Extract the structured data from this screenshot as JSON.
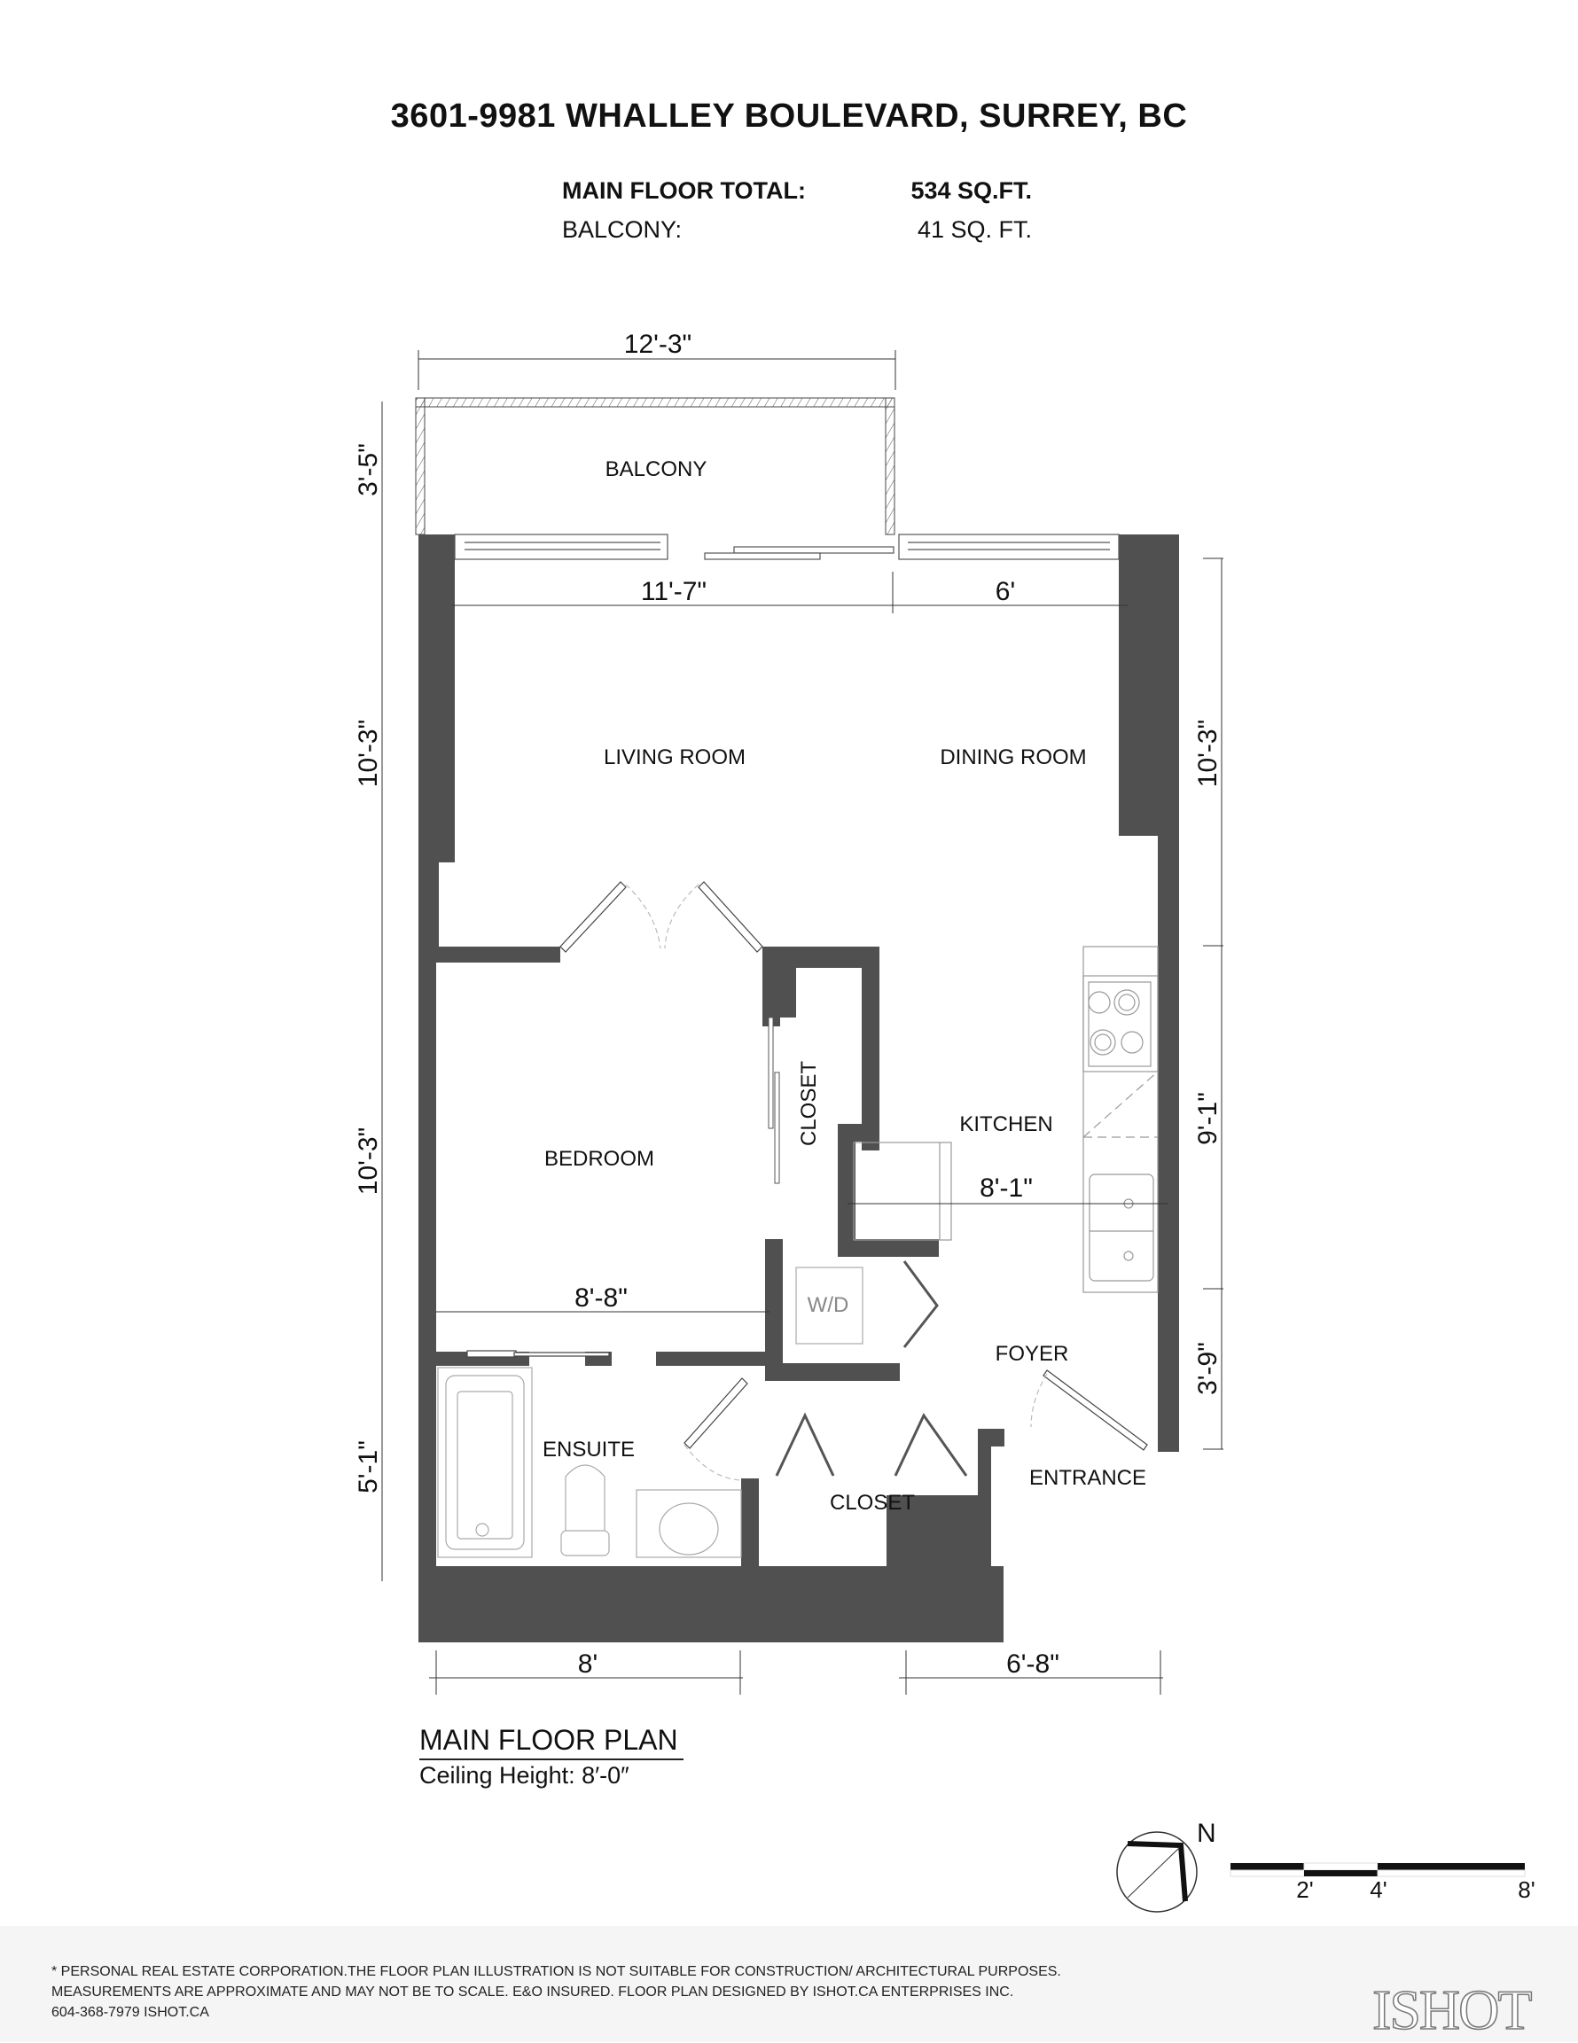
{
  "header": {
    "title": "3601-9981 WHALLEY BOULEVARD, SURREY, BC",
    "areas": [
      {
        "label": "MAIN FLOOR TOTAL:",
        "value": "534 SQ.FT."
      },
      {
        "label": "BALCONY:",
        "value": "41 SQ. FT."
      }
    ]
  },
  "rooms": {
    "balcony": "BALCONY",
    "living": "LIVING ROOM",
    "dining": "DINING ROOM",
    "bedroom": "BEDROOM",
    "bedroom_closet": "CLOSET",
    "kitchen": "KITCHEN",
    "washer_dryer": "W/D",
    "foyer": "FOYER",
    "ensuite": "ENSUITE",
    "entry_closet": "CLOSET",
    "entrance": "ENTRANCE"
  },
  "dimensions": {
    "balcony_width": "12'-3\"",
    "balcony_depth": "3'-5\"",
    "living_width": "11'-7\"",
    "dining_width": "6'",
    "left_upper": "10'-3\"",
    "left_middle": "10'-3\"",
    "left_lower": "5'-1\"",
    "right_upper": "10'-3\"",
    "right_middle": "9'-1\"",
    "right_lower": "3'-9\"",
    "kitchen_width": "8'-1\"",
    "bedroom_width": "8'-8\"",
    "bottom_left": "8'",
    "bottom_right": "6'-8\""
  },
  "plan": {
    "name": "MAIN FLOOR PLAN",
    "ceiling": "Ceiling Height: 8′-0″"
  },
  "compass": {
    "label": "N"
  },
  "scale_bar": {
    "ticks": [
      "2'",
      "4'",
      "8'"
    ]
  },
  "footer": {
    "lines": [
      "* PERSONAL REAL ESTATE CORPORATION.THE FLOOR PLAN ILLUSTRATION IS NOT SUITABLE FOR CONSTRUCTION/ ARCHITECTURAL PURPOSES.",
      "MEASUREMENTS ARE APPROXIMATE AND MAY NOT BE TO SCALE. E&O INSURED. FLOOR PLAN DESIGNED BY ISHOT.CA ENTERPRISES INC.",
      "604-368-7979  ISHOT.CA"
    ],
    "logo": "ISHOT"
  },
  "colors": {
    "wall": "#505050",
    "fixture": "#999999",
    "footer_bg": "#f5f5f5"
  }
}
